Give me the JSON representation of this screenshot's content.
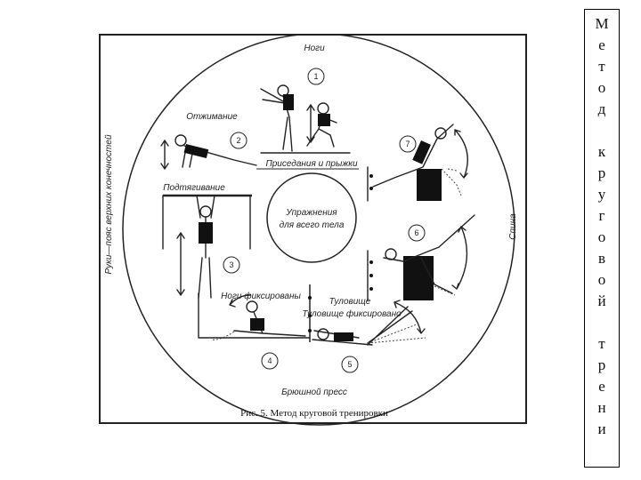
{
  "figure": {
    "center_line1": "Упражнения",
    "center_line2": "для всего тела",
    "top_label": "Ноги",
    "right_label": "Спина",
    "left_label": "Руки—пояс верхних конечностей",
    "bottom_label": "Брюшной пресс",
    "stations": [
      {
        "number": "1",
        "label": "Приседания и прыжки"
      },
      {
        "number": "2",
        "label": "Отжимание"
      },
      {
        "number": "3",
        "label": "Подтягивание"
      },
      {
        "number": "4",
        "label": "Ноги фиксированы"
      },
      {
        "number": "5",
        "label": "Туловище фиксировано"
      },
      {
        "number": "6",
        "label": ""
      },
      {
        "number": "7",
        "label": ""
      }
    ],
    "caption": "Рис. 5. Метод круговой тренировки"
  },
  "side_title": {
    "letters": [
      "М",
      "е",
      "т",
      "о",
      "д",
      "",
      "к",
      "р",
      "у",
      "г",
      "о",
      "в",
      "о",
      "й",
      "",
      "т",
      "р",
      "е",
      "н",
      "и"
    ]
  }
}
